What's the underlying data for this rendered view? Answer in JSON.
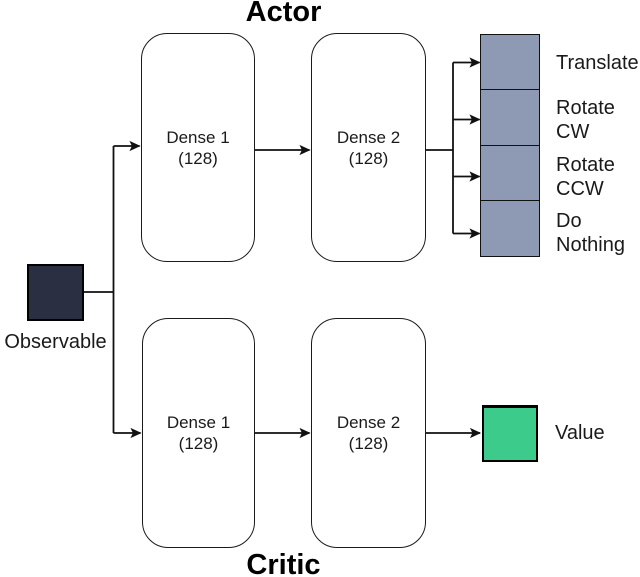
{
  "titles": {
    "actor": "Actor",
    "critic": "Critic"
  },
  "input": {
    "label": "Observable",
    "color": "#2A2F42"
  },
  "actor_network": {
    "dense1": {
      "name": "Dense 1",
      "units": "(128)"
    },
    "dense2": {
      "name": "Dense 2",
      "units": "(128)"
    }
  },
  "critic_network": {
    "dense1": {
      "name": "Dense 1",
      "units": "(128)"
    },
    "dense2": {
      "name": "Dense 2",
      "units": "(128)"
    }
  },
  "actor_outputs": {
    "color": "#8E9AB3",
    "items": [
      {
        "label": "Translate"
      },
      {
        "label": "Rotate CW"
      },
      {
        "label": "Rotate CCW"
      },
      {
        "label": "Do Nothing"
      }
    ]
  },
  "critic_output": {
    "label": "Value",
    "color": "#3CCB8B"
  },
  "line_color": "#111111"
}
